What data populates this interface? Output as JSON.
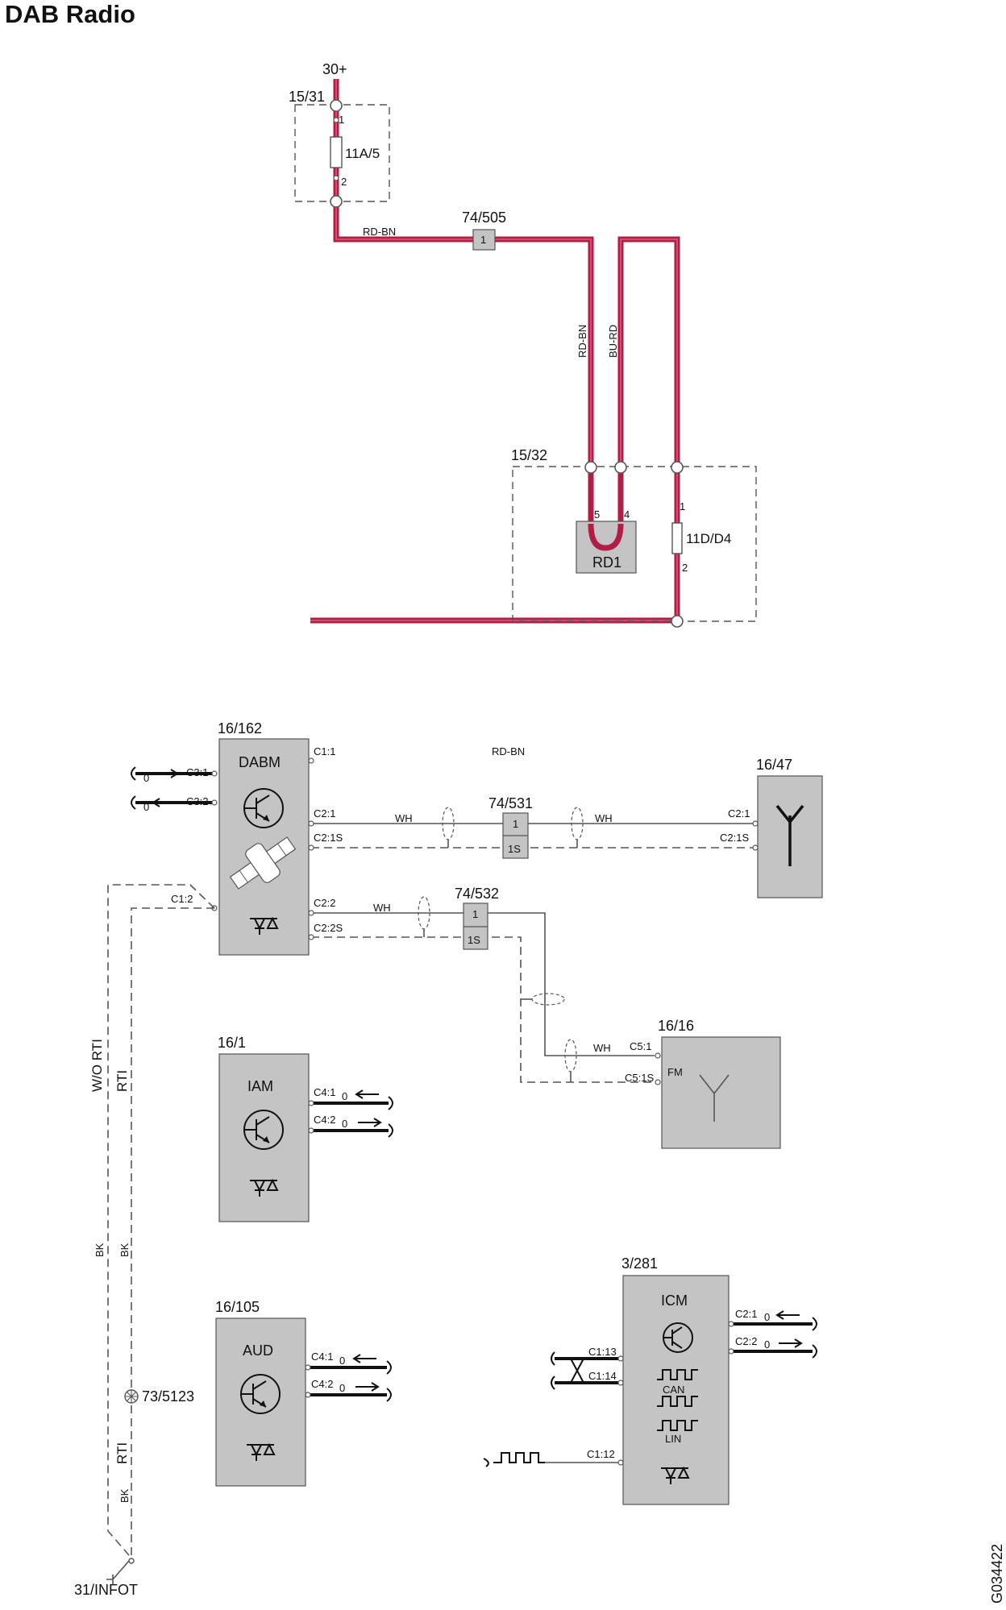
{
  "title": "DAB Radio",
  "figure_code": "G034422",
  "supply": {
    "label": "30+",
    "fuse_box_1": "15/31",
    "fuse_1": "11A/5",
    "fuse_1_pin_in": "1",
    "fuse_1_pin_out": "2"
  },
  "wires": {
    "rd_bn": "RD-BN",
    "bu_rd": "BU-RD",
    "wh": "WH",
    "bk": "BK"
  },
  "splices": {
    "s505": {
      "id": "74/505",
      "pin": "1"
    },
    "s531": {
      "id": "74/531",
      "pin": "1",
      "pin_s": "1S"
    },
    "s532": {
      "id": "74/532",
      "pin": "1",
      "pin_s": "1S"
    }
  },
  "fuse_box_2": {
    "id": "15/32",
    "relay": "RD1",
    "relay_pin_a": "5",
    "relay_pin_b": "4",
    "fuse": "11D/D4",
    "fuse_pin_in": "1",
    "fuse_pin_out": "2"
  },
  "dabm": {
    "id": "16/162",
    "name": "DABM",
    "c1_1": "C1:1",
    "c3_1": "C3:1",
    "c3_2": "C3:2",
    "c2_1": "C2:1",
    "c2_1s": "C2:1S",
    "c1_2": "C1:2",
    "c2_2": "C2:2",
    "c2_2s": "C2:2S",
    "zero": "0"
  },
  "antenna_dab": {
    "id": "16/47",
    "c2_1": "C2:1",
    "c2_1s": "C2:1S"
  },
  "fm_antenna": {
    "id": "16/16",
    "name": "FM",
    "c5_1": "C5:1",
    "c5_1s": "C5:1S"
  },
  "iam": {
    "id": "16/1",
    "name": "IAM",
    "c4_1": "C4:1",
    "c4_2": "C4:2",
    "zero": "0"
  },
  "aud": {
    "id": "16/105",
    "name": "AUD",
    "c4_1": "C4:1",
    "c4_2": "C4:2",
    "zero": "0"
  },
  "icm": {
    "id": "3/281",
    "name": "ICM",
    "c2_1": "C2:1",
    "c2_2": "C2:2",
    "c1_13": "C1:13",
    "c1_14": "C1:14",
    "c1_12": "C1:12",
    "can": "CAN",
    "lin": "LIN",
    "zero": "0"
  },
  "ground": {
    "wo_rti": "W/O RTI",
    "rti": "RTI",
    "connector": "73/5123",
    "ground_point": "31/INFOT"
  }
}
